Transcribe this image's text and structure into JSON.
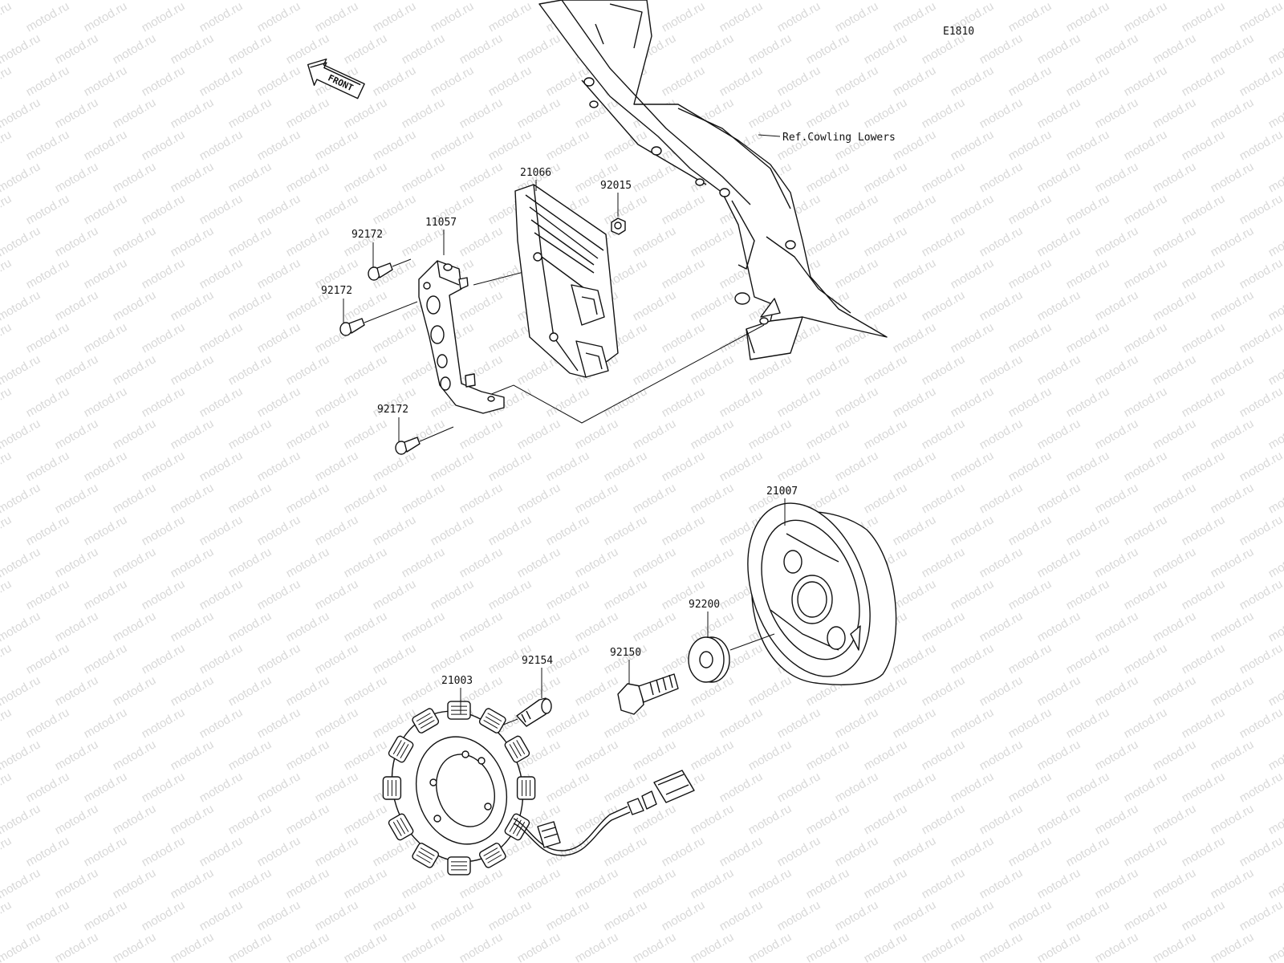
{
  "diagram": {
    "code": "E1810",
    "front_label": "FRONT",
    "reference_note": "Ref.Cowling Lowers",
    "watermark": "motod.ru",
    "callouts": [
      {
        "id": "11057",
        "text": "11057"
      },
      {
        "id": "21066",
        "text": "21066"
      },
      {
        "id": "92015",
        "text": "92015"
      },
      {
        "id": "92172a",
        "text": "92172"
      },
      {
        "id": "92172b",
        "text": "92172"
      },
      {
        "id": "92172c",
        "text": "92172"
      },
      {
        "id": "21007",
        "text": "21007"
      },
      {
        "id": "92200",
        "text": "92200"
      },
      {
        "id": "92150",
        "text": "92150"
      },
      {
        "id": "92154",
        "text": "92154"
      },
      {
        "id": "21003",
        "text": "21003"
      }
    ]
  }
}
